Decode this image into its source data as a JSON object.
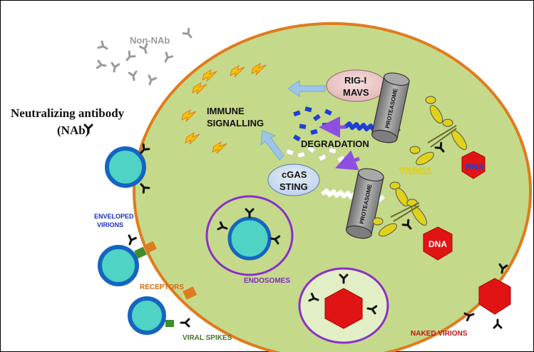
{
  "labels": {
    "non_nab": "Non-NAb",
    "nab_line1": "Neutralizing antibody",
    "nab_line2": "(NAb)",
    "immune_line1": "IMMUNE",
    "immune_line2": "SIGNALLING",
    "rig_line1": "RIG-I",
    "rig_line2": "MAVS",
    "cgas_line1": "cGAS",
    "cgas_line2": "STING",
    "degradation": "DEGRADATION",
    "proteasome": "PROTEASOME",
    "trim21": "TRIM21",
    "rna": "RNA",
    "dna": "DNA",
    "enveloped_line1": "ENVELOPED",
    "enveloped_line2": "VIRIONS",
    "receptors": "RECEPTORS",
    "viral_spikes": "VIRAL SPIKES",
    "endosomes": "ENDOSOMES",
    "naked_virions": "NAKED VIRIONS"
  },
  "colors": {
    "cell_fill": "#c5d98a",
    "cell_border": "#e07b1e",
    "virion_core": "#4fd3c4",
    "virion_envelope": "#1565c0",
    "endosome_border": "#8b2fc9",
    "capsid": "#e01414",
    "antibody": "#111111",
    "non_nab": "#9a9a9a",
    "trim21": "#e0d21a",
    "receptor": "#e07b1e",
    "spike": "#3e8e2a",
    "arrow_blue": "#9ec5e8",
    "arrow_purple": "#8e4fe0",
    "rna_fragments": "#1e3fd6",
    "lightning": "#f5c400",
    "label_blue": "#1a2fbf",
    "label_orange": "#d36b12",
    "label_purple": "#7a2fc0",
    "label_red": "#c21414",
    "label_green": "#3e7a22"
  }
}
